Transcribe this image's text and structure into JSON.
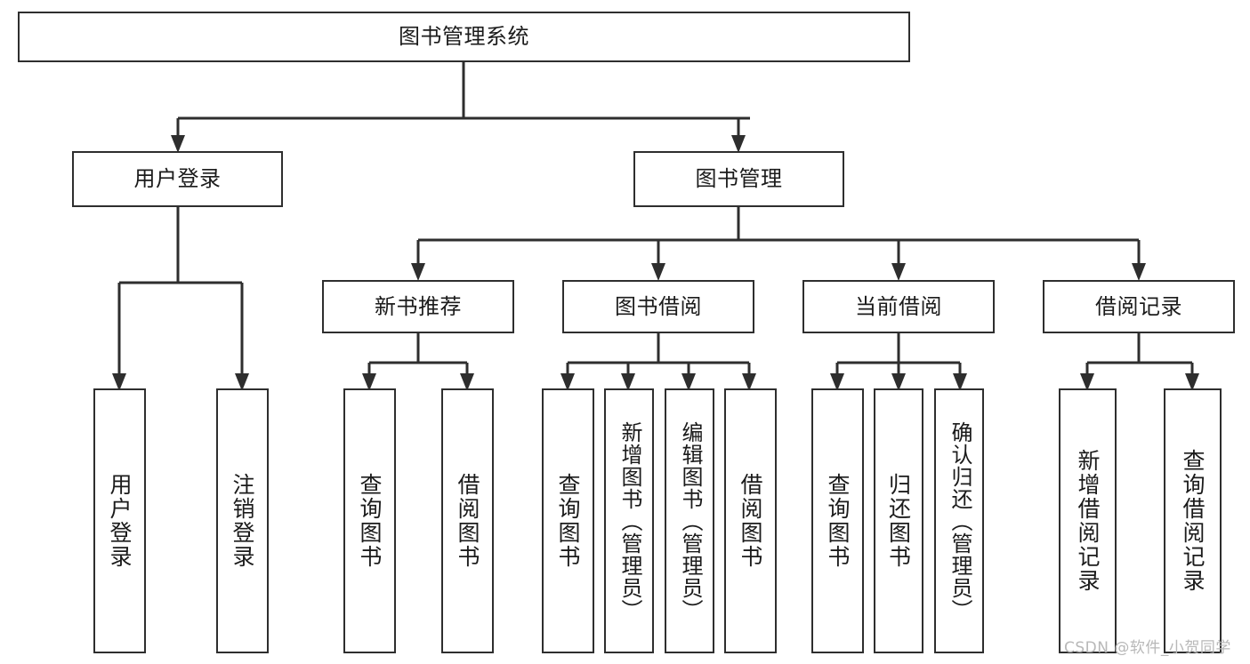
{
  "diagram": {
    "type": "hierarchy-tree",
    "title": "图书管理系统",
    "levels": 4,
    "colors": {
      "box_border": "#2e2e2e",
      "box_fill": "#ffffff",
      "edge": "#2e2e2e",
      "text": "#1b1b1b",
      "watermark": "#b8b8b8",
      "background": "#ffffff"
    },
    "root": {
      "label": "图书管理系统"
    },
    "level2": [
      {
        "id": "user-login",
        "label": "用户登录"
      },
      {
        "id": "book-manage",
        "label": "图书管理"
      }
    ],
    "level3": [
      {
        "id": "new-book-recommend",
        "label": "新书推荐"
      },
      {
        "id": "book-borrow",
        "label": "图书借阅"
      },
      {
        "id": "current-borrow",
        "label": "当前借阅"
      },
      {
        "id": "borrow-record",
        "label": "借阅记录"
      }
    ],
    "leaves": {
      "user-login": [
        {
          "id": "leaf-user-login",
          "label": "用户登录"
        },
        {
          "id": "leaf-logout-login",
          "label": "注销登录"
        }
      ],
      "new-book-recommend": [
        {
          "id": "leaf-query-book-1",
          "label": "查询图书"
        },
        {
          "id": "leaf-borrow-book-1",
          "label": "借阅图书"
        }
      ],
      "book-borrow": [
        {
          "id": "leaf-query-book-2",
          "label": "查询图书"
        },
        {
          "id": "leaf-add-book-admin",
          "label": "新增图书（管理员）"
        },
        {
          "id": "leaf-edit-book-admin",
          "label": "编辑图书（管理员）"
        },
        {
          "id": "leaf-borrow-book-2",
          "label": "借阅图书"
        }
      ],
      "current-borrow": [
        {
          "id": "leaf-query-book-3",
          "label": "查询图书"
        },
        {
          "id": "leaf-return-book",
          "label": "归还图书"
        },
        {
          "id": "leaf-confirm-return-admin",
          "label": "确认归还（管理员）"
        }
      ],
      "borrow-record": [
        {
          "id": "leaf-add-borrow-record",
          "label": "新增借阅记录"
        },
        {
          "id": "leaf-query-borrow-record",
          "label": "查询借阅记录"
        }
      ]
    },
    "watermark": "CSDN @软件_小贺同学"
  }
}
